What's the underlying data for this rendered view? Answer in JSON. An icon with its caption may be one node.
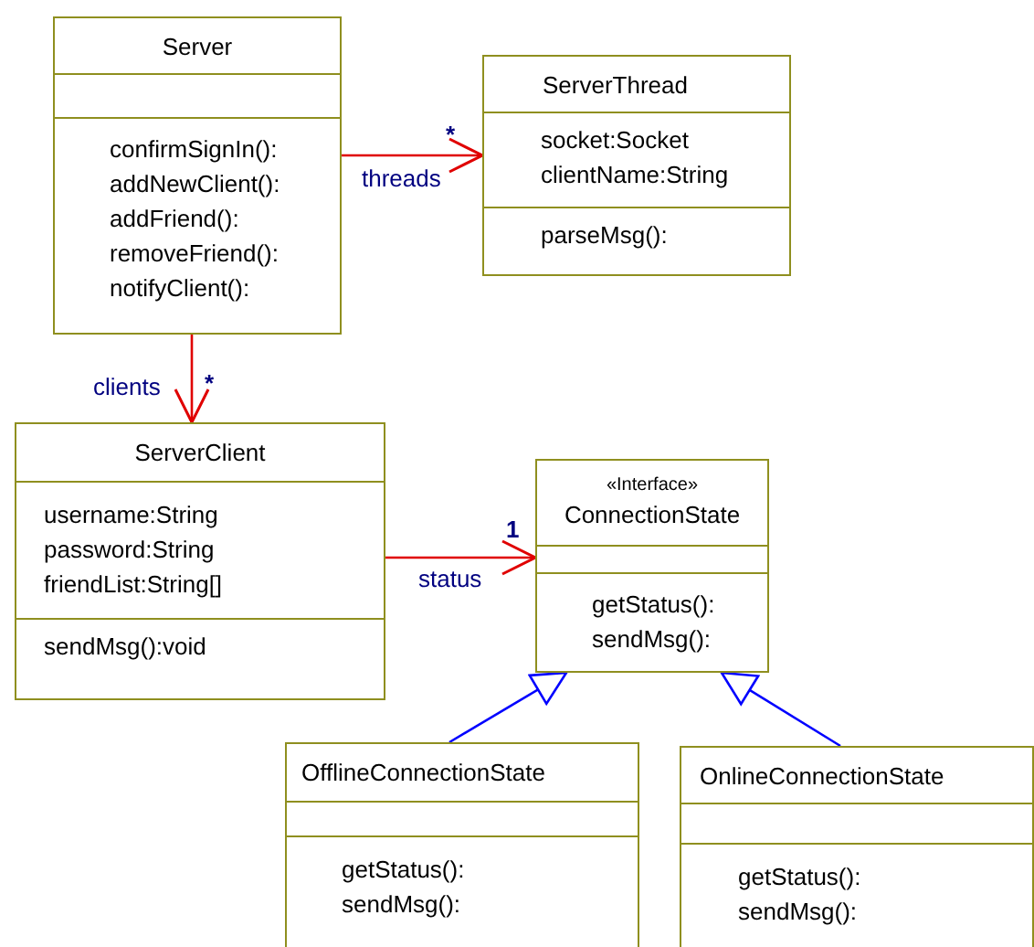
{
  "diagram": {
    "nodes": [
      {
        "text": [
          "Server"
        ]
      },
      {
        "text": [],
        "shape": "box",
        "in": 0
      },
      {
        "text": [
          "confirmSignIn():",
          "addNewClient():",
          "addFriend():",
          "removeFriend():",
          "notifyClient():"
        ],
        "in": 0
      },
      {
        "text": [
          "ServerThread"
        ]
      },
      {
        "text": [
          "socket:Socket",
          "clientName:String"
        ],
        "in": 3
      },
      {
        "text": [
          "parseMsg():"
        ],
        "in": 3
      },
      {
        "text": [
          "ServerClient"
        ]
      },
      {
        "text": [
          "username:String",
          "password:String",
          "friendList:String[]"
        ],
        "in": 6
      },
      {
        "text": [
          "sendMsg():void"
        ],
        "in": 6
      },
      {
        "text": [
          "«Interface»",
          "ConnectionState"
        ]
      },
      {
        "text": [],
        "shape": "box",
        "in": 9
      },
      {
        "text": [
          "getStatus():",
          "sendMsg():"
        ],
        "in": 9
      },
      {
        "text": [
          "OfflineConnectionState"
        ]
      },
      {
        "text": [],
        "shape": "box",
        "in": 12
      },
      {
        "text": [
          "getStatus():",
          "sendMsg():"
        ],
        "in": 12
      },
      {
        "text": [
          "OnlineConnectionState"
        ]
      },
      {
        "text": [],
        "shape": "box",
        "in": 15
      },
      {
        "text": [
          "getStatus():",
          "sendMsg():"
        ],
        "in": 15
      }
    ],
    "edges": [
      {
        "from": 0,
        "to": 3,
        "arrow": "to",
        "label": "threads"
      },
      {
        "from": 0,
        "to": 6,
        "arrow": "to",
        "label": "clients"
      },
      {
        "from": 6,
        "to": 9,
        "arrow": "to",
        "label": "status"
      },
      {
        "from": 12,
        "to": 9,
        "arrow": "to",
        "color": "#0000ff"
      },
      {
        "from": 15,
        "to": 9,
        "arrow": "to",
        "color": "#0000ff"
      }
    ],
    "labels": [
      "*",
      "*",
      "1"
    ]
  }
}
